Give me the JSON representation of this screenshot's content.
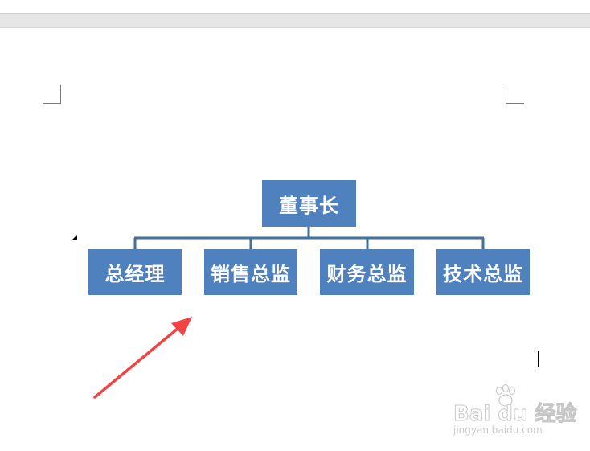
{
  "document": {
    "ruler": {},
    "org_chart": {
      "root": "董事长",
      "children": [
        "总经理",
        "销售总监",
        "财务总监",
        "技术总监"
      ],
      "node_color": "#4e81bd",
      "connector_color": "#41719c"
    },
    "annotation_arrow": {
      "color": "#f24444",
      "points_to": "smartart-layout-handle"
    }
  },
  "watermark": {
    "logo_text": "Bai du 经验",
    "url": "jingyan.baidu.com"
  }
}
